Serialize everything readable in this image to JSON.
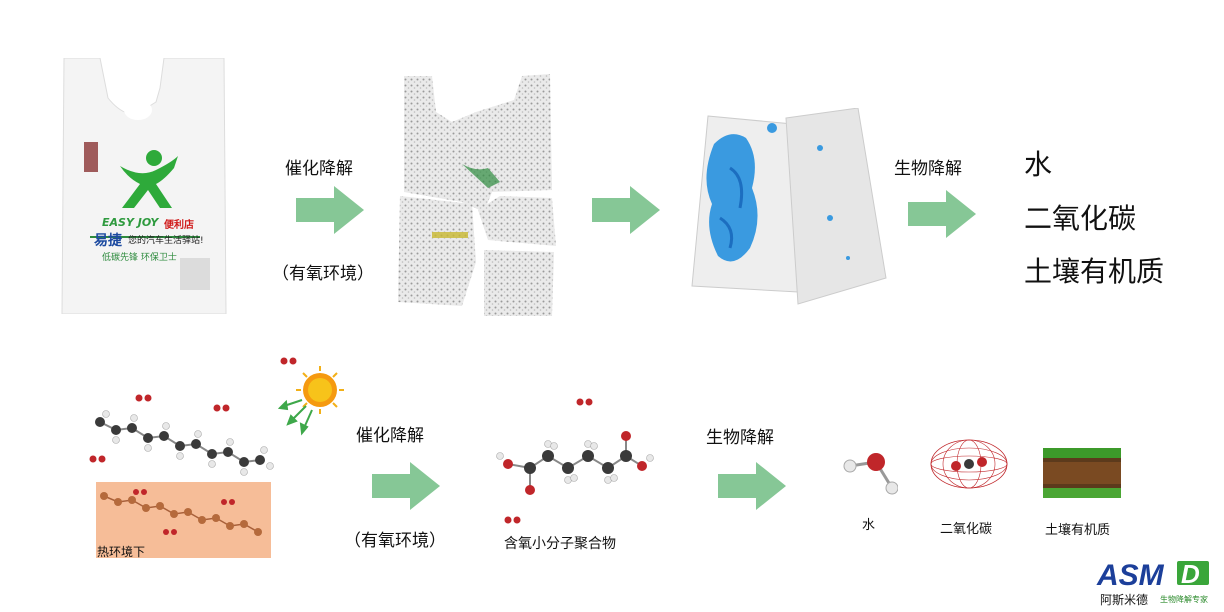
{
  "top_row": {
    "step1_label": "催化降解",
    "step1_condition": "（有氧环境）",
    "step3_label": "生物降解",
    "products": [
      "水",
      "二氧化碳",
      "土壤有机质"
    ]
  },
  "bag": {
    "brand_en": "EASY JOY",
    "brand_tag": "便利店",
    "brand_cn": "易捷",
    "slogan": "您的汽车生活驿站!",
    "subline": "低碳先锋   环保卫士"
  },
  "bottom_row": {
    "heat_label": "热环境下",
    "step1_label": "催化降解",
    "step1_condition": "（有氧环境）",
    "intermediate_label": "含氧小分子聚合物",
    "step2_label": "生物降解",
    "product_labels": [
      "水",
      "二氧化碳",
      "土壤有机质"
    ]
  },
  "logo": {
    "mark": "ASMD",
    "name_cn": "阿斯米德",
    "tagline": "生物降解专家"
  },
  "colors": {
    "arrow": "#86c796",
    "heat_box": "#f6bd98",
    "oxygen": "#c0262a",
    "carbon": "#3a3a3a",
    "hydrogen": "#e0e0e0",
    "logo_blue": "#1c3f9a",
    "logo_green": "#3aa63a"
  }
}
